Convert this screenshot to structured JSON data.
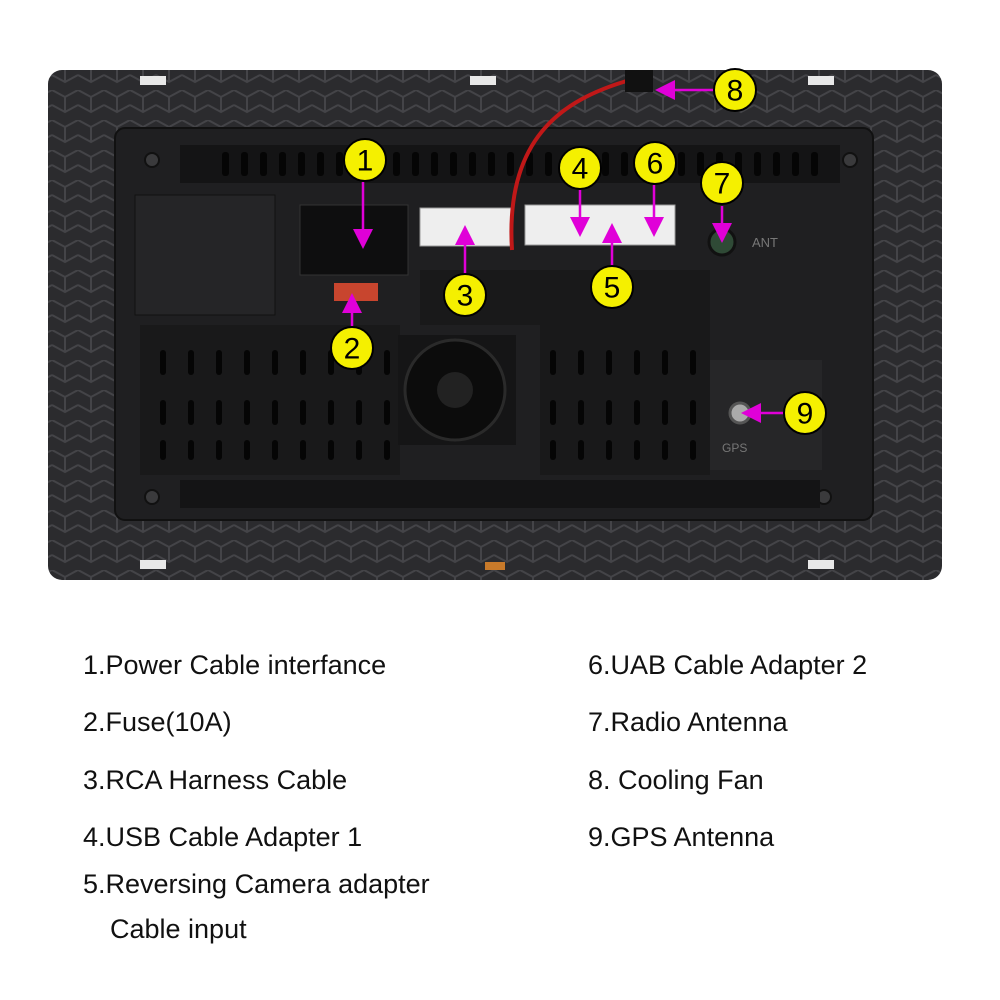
{
  "callouts": [
    {
      "number": "1"
    },
    {
      "number": "2"
    },
    {
      "number": "3"
    },
    {
      "number": "4"
    },
    {
      "number": "5"
    },
    {
      "number": "6"
    },
    {
      "number": "7"
    },
    {
      "number": "8"
    },
    {
      "number": "9"
    }
  ],
  "device_labels": {
    "ant": "ANT",
    "gps": "GPS"
  },
  "legend": {
    "left": [
      "1.Power Cable interfance",
      "2.Fuse(10A)",
      "3.RCA Harness Cable",
      "4.USB Cable Adapter 1",
      "5.Reversing Camera adapter",
      "Cable input"
    ],
    "right": [
      "6.UAB Cable Adapter 2",
      "7.Radio Antenna",
      "8. Cooling Fan",
      "9.GPS Antenna"
    ]
  },
  "colors": {
    "callout_fill": "#f5f000",
    "arrow": "#e000d8",
    "body": "#2a2a2c",
    "panel": "#1c1c1e"
  }
}
